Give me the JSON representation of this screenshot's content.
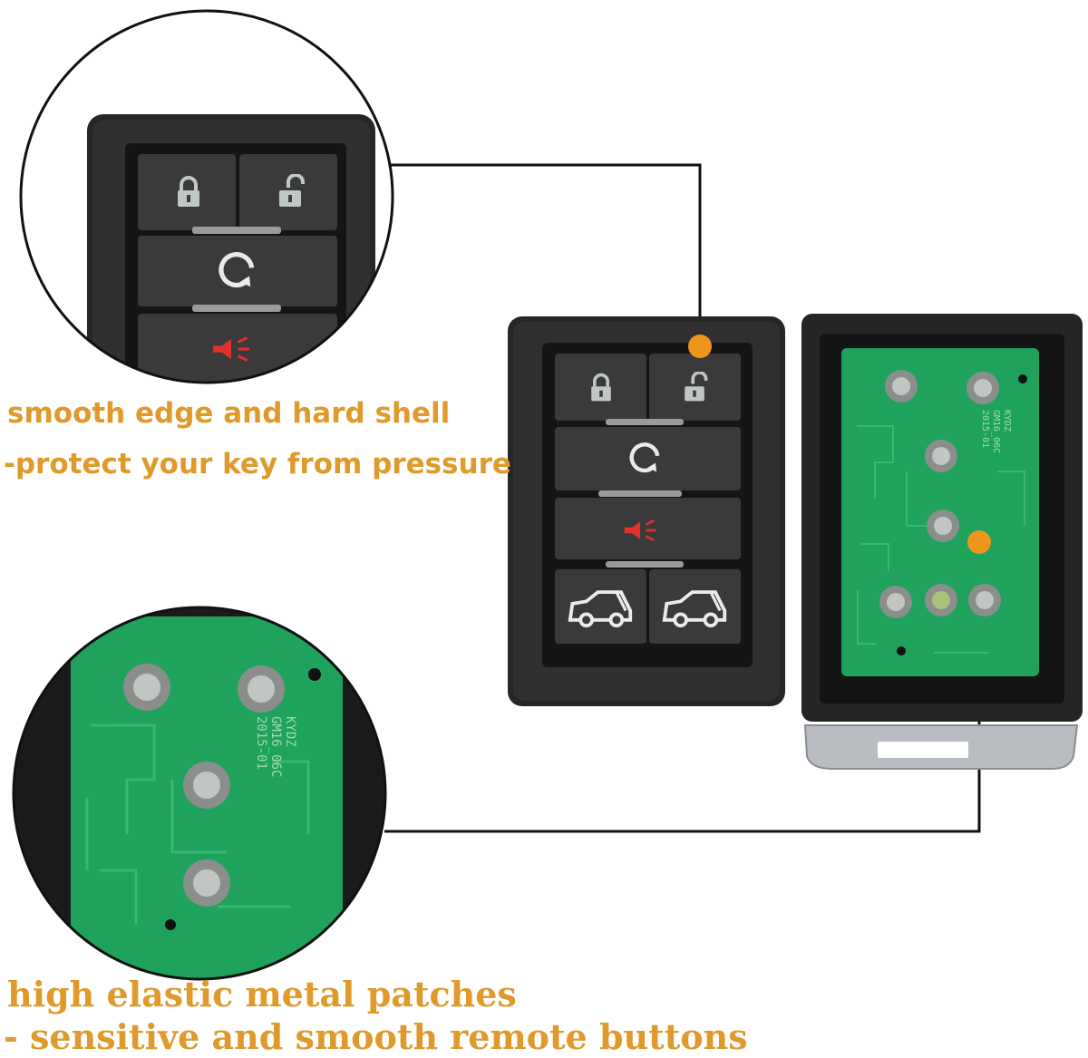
{
  "captions": {
    "shell_title": "smooth edge and hard shell",
    "shell_sub": "-protect your key from pressure",
    "patch_title": "high elastic metal patches",
    "patch_sub": "- sensitive and smooth remote buttons"
  },
  "pcb_marking": {
    "line1": "KYDZ",
    "line2": "GM16_06C",
    "line3": "2015-01"
  },
  "colors": {
    "accent_orange": "#f0951c",
    "caption_orange": "#e09a2c",
    "pcb_green": "#1fa25c",
    "shell_black": "#2b2b2b",
    "button_gray": "#3c3c3c",
    "icon_gray": "#bfc8c4",
    "panic_red": "#e0312c"
  },
  "icons": [
    "lock-icon",
    "unlock-icon",
    "remote-start-icon",
    "panic-horn-icon",
    "liftgate-icon",
    "rear-hatch-icon"
  ]
}
